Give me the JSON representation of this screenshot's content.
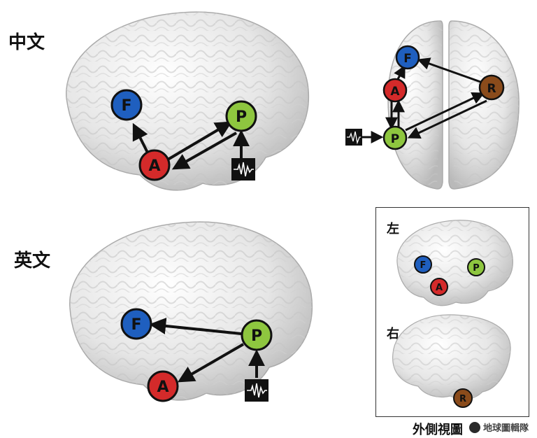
{
  "labels": {
    "chinese": "中文",
    "english": "英文",
    "left": "左",
    "right": "右",
    "lateral_view": "外側視圖"
  },
  "nodes": {
    "F": "F",
    "A": "A",
    "P": "P",
    "R": "R"
  },
  "colors": {
    "F": "#1f5fbf",
    "A": "#d42a2a",
    "P": "#8ec63f",
    "R": "#8a4b1b",
    "arrow": "#111111"
  },
  "icons": {
    "sound": "sound-wave-icon"
  },
  "watermark": "地球圖輯隊"
}
